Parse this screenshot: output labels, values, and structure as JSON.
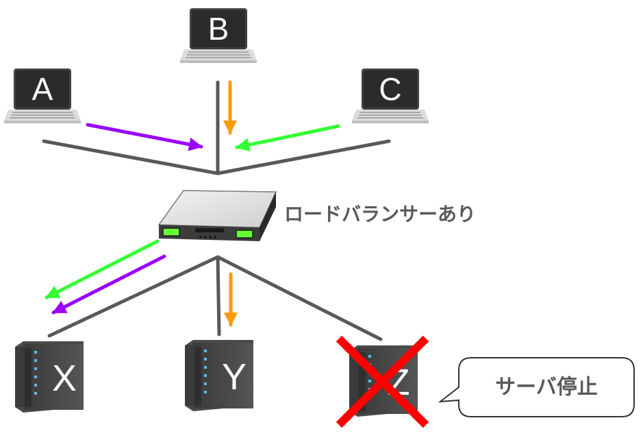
{
  "clients": [
    {
      "label": "A"
    },
    {
      "label": "B"
    },
    {
      "label": "C"
    }
  ],
  "servers": [
    {
      "label": "X",
      "status": "running"
    },
    {
      "label": "Y",
      "status": "running"
    },
    {
      "label": "Z",
      "status": "stopped"
    }
  ],
  "load_balancer": {
    "label": "ロードバランサーあり"
  },
  "callout": {
    "text": "サーバ停止"
  },
  "colors": {
    "line": "#595959",
    "client_a": "#9900ff",
    "client_b": "#ff9900",
    "client_c": "#33ff33",
    "stop_mark": "#ff0000"
  }
}
